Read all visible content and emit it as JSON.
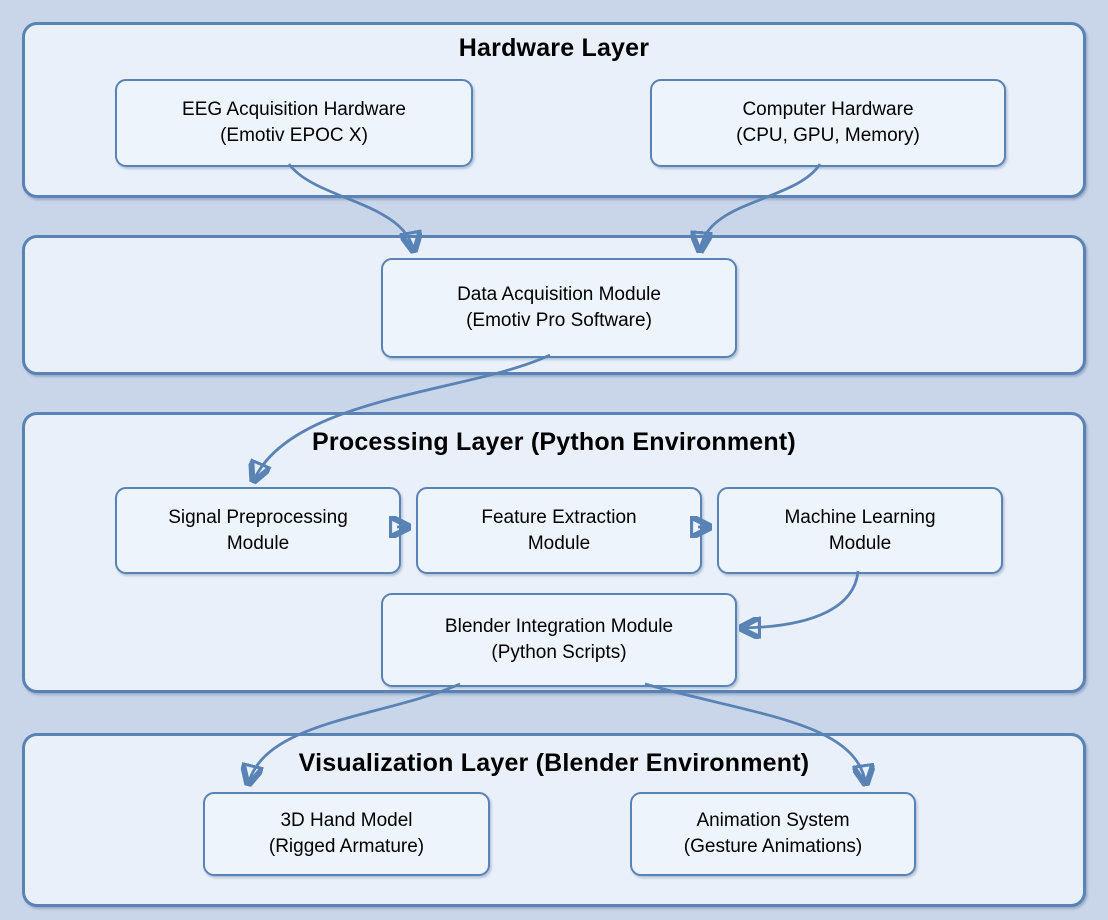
{
  "diagram": {
    "colors": {
      "background": "#c9d5e9",
      "layer_fill": "#e9f0fa",
      "node_fill": "#edf4fc",
      "border_and_arrow": "#5a83b5",
      "text": "#000000"
    },
    "layers": {
      "hardware": {
        "title": "Hardware Layer"
      },
      "processing": {
        "title": "Processing Layer (Python Environment)"
      },
      "visualization": {
        "title": "Visualization Layer (Blender Environment)"
      }
    },
    "nodes": {
      "eeg": {
        "line1": "EEG Acquisition Hardware",
        "line2": "(Emotiv EPOC X)"
      },
      "computer": {
        "line1": "Computer Hardware",
        "line2": "(CPU, GPU, Memory)"
      },
      "dataacq": {
        "line1": "Data Acquisition Module",
        "line2": "(Emotiv Pro Software)"
      },
      "signal": {
        "line1": "Signal Preprocessing",
        "line2": "Module"
      },
      "feature": {
        "line1": "Feature Extraction",
        "line2": "Module"
      },
      "ml": {
        "line1": "Machine Learning",
        "line2": "Module"
      },
      "blender": {
        "line1": "Blender Integration Module",
        "line2": "(Python Scripts)"
      },
      "hand": {
        "line1": "3D Hand Model",
        "line2": "(Rigged Armature)"
      },
      "anim": {
        "line1": "Animation System",
        "line2": "(Gesture Animations)"
      }
    },
    "edges": [
      {
        "from": "eeg",
        "to": "dataacq"
      },
      {
        "from": "computer",
        "to": "dataacq"
      },
      {
        "from": "dataacq",
        "to": "signal"
      },
      {
        "from": "signal",
        "to": "feature"
      },
      {
        "from": "feature",
        "to": "ml"
      },
      {
        "from": "ml",
        "to": "blender"
      },
      {
        "from": "blender",
        "to": "hand"
      },
      {
        "from": "blender",
        "to": "anim"
      }
    ]
  }
}
